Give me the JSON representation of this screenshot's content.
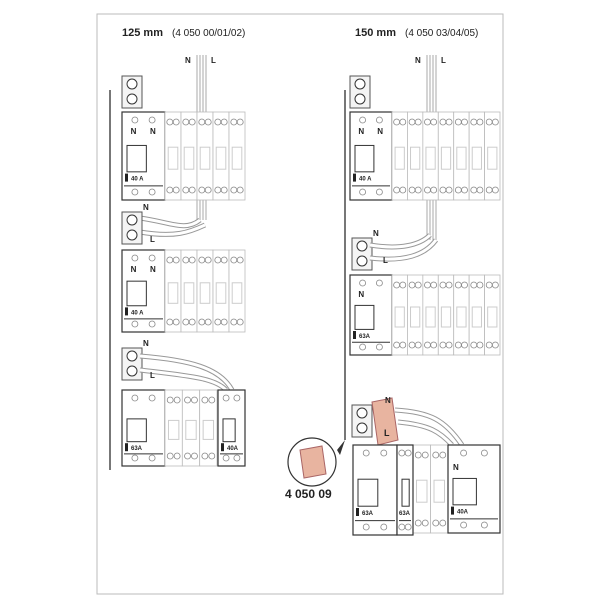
{
  "left_panel": {
    "title_size": "125 mm",
    "title_refs": "(4 050 00/01/02)",
    "feed_labels": {
      "n": "N",
      "l": "L"
    },
    "rows": [
      {
        "terminals": [
          "N",
          "N"
        ],
        "rating": "40 A"
      },
      {
        "cable_labels": {
          "n": "N",
          "l": "L"
        },
        "terminals": [
          "N",
          "N"
        ],
        "rating": "40 A"
      },
      {
        "cable_labels": {
          "n": "N",
          "l": "L"
        },
        "rating": "63A",
        "secondary_rating": "40A"
      }
    ]
  },
  "right_panel": {
    "title_size": "150 mm",
    "title_refs": "(4 050 03/04/05)",
    "feed_labels": {
      "n": "N",
      "l": "L"
    },
    "rows": [
      {
        "terminals": [
          "N",
          "N"
        ],
        "rating": "40 A"
      },
      {
        "cable_labels": {
          "n": "N",
          "l": "L"
        },
        "terminals": [
          "N"
        ],
        "rating": "63A"
      },
      {
        "cable_labels": {
          "n": "N",
          "l": "L"
        },
        "rating": "63A",
        "rating_b": "63A",
        "secondary_terminal": "N",
        "secondary_rating": "40A"
      }
    ]
  },
  "accessory": {
    "reference": "4 050 09",
    "color": "#e8b4a0"
  },
  "colors": {
    "line": "#333333",
    "module": "#bbbbbb",
    "cable": "#999999"
  }
}
